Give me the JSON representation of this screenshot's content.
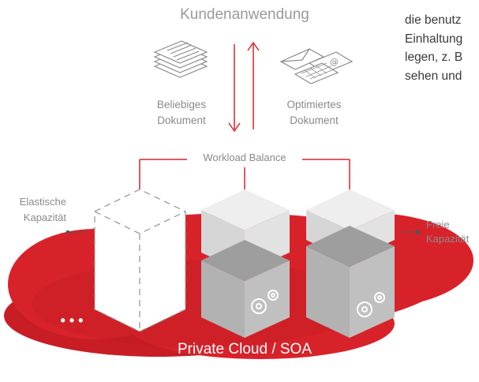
{
  "app_title": "Kundenanwendung",
  "doc_in": {
    "line1": "Beliebiges",
    "line2": "Dokument"
  },
  "doc_out": {
    "line1": "Optimiertes",
    "line2": "Dokument"
  },
  "balance_label": "Workload Balance",
  "elastic": {
    "line1": "Elastische",
    "line2": "Kapazität"
  },
  "free": {
    "line1": "Freie",
    "line2": "Kapazität"
  },
  "cloud_label": "Private Cloud / SOA",
  "more_dots": "• • •",
  "side_text": [
    "die benutz",
    "Einhaltung",
    "legen, z. B",
    "sehen und"
  ],
  "colors": {
    "accent": "#d8222a",
    "cloud": "#d41f27",
    "text_gray": "#8a8a8a"
  }
}
